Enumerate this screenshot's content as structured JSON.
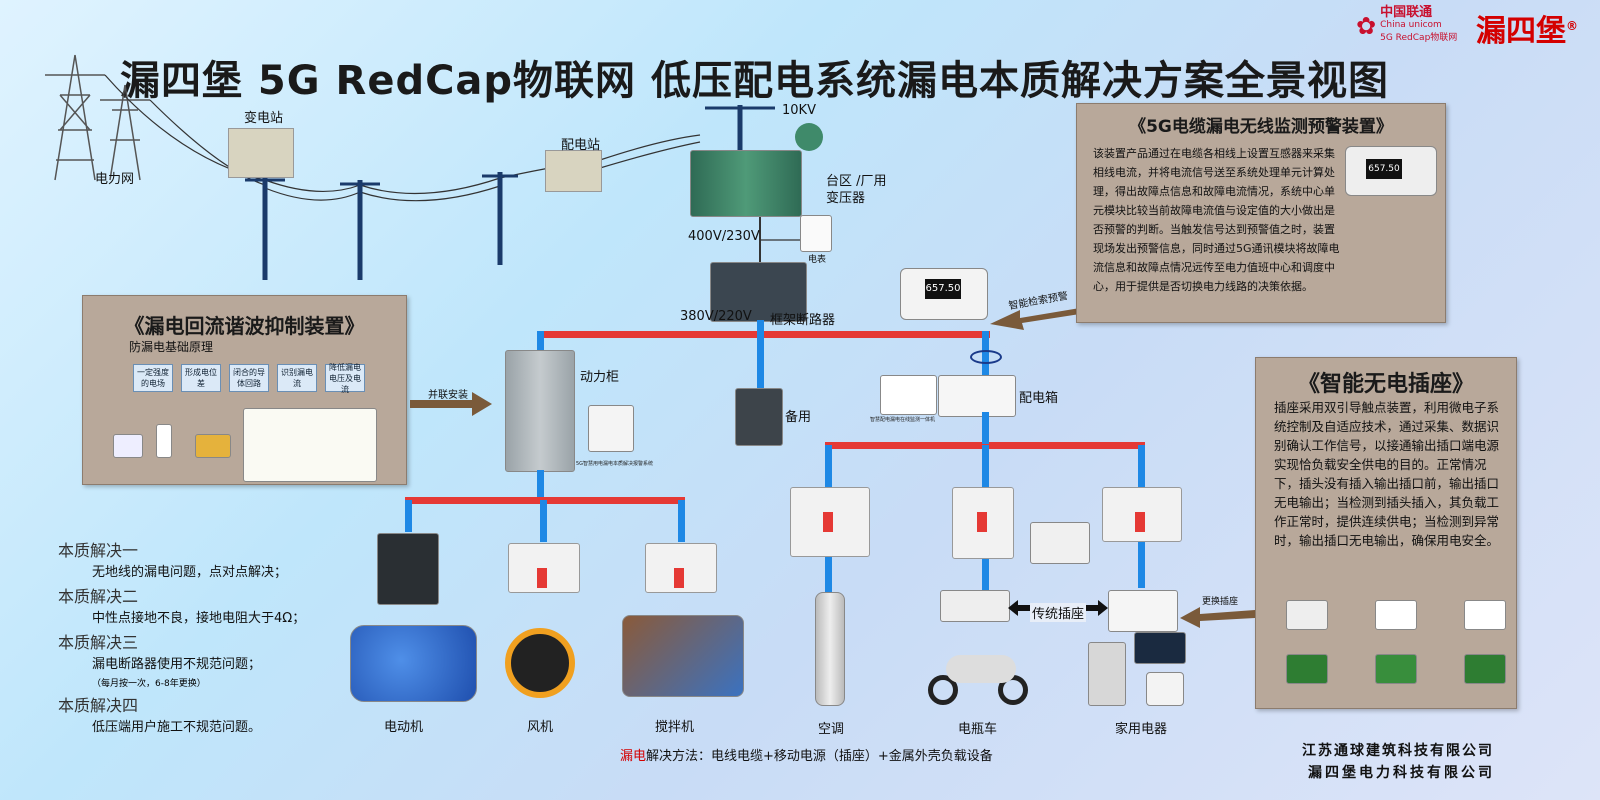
{
  "title": "漏四堡 5G RedCap物联网 低压配电系统漏电本质解决方案全景视图",
  "logos": {
    "cu_name": "中国联通",
    "cu_en": "China unicom",
    "cu_sub": "5G RedCap物联网",
    "brand": "漏四堡",
    "reg": "®"
  },
  "grid": {
    "power_net": "电力网",
    "substation": "变电站",
    "distribution_station": "配电站",
    "kv": "10KV",
    "transformer": [
      "台区 /厂用",
      "变压器"
    ],
    "meter": "电表",
    "v1": "400V/230V",
    "v2": "380V/220V",
    "frame_breaker": "框架断路器"
  },
  "left_panel": {
    "title": "《漏电回流谐波抑制装置》",
    "subtitle": "防漏电基础原理",
    "flow": [
      "一定强度的电场",
      "形成电位差",
      "闭合的导体回路",
      "识别漏电流",
      "降低漏电电压及电流"
    ]
  },
  "parallel_install": "并联安装",
  "power_cabinet": "动力柜",
  "standby": "备用",
  "distribution_box": "配电箱",
  "smart_search": "智能检索预警",
  "device_small_caption": "5G智慧用电漏电本质解决报警系统",
  "monitor_caption": "智慧配电漏电在线监测一体机",
  "right_top_panel": {
    "title": "《5G电缆漏电无线监测预警装置》",
    "text": "该装置产品通过在电缆各相线上设置互感器来采集相线电流，并将电流信号送至系统处理单元计算处理，得出故障点信息和故障电流情况，系统中心单元模块比较当前故障电流值与设定值的大小做出是否预警的判断。当触发信号达到预警值之时，装置现场发出预警信息，同时通过5G通讯模块将故障电流信息和故障点情况远传至电力值班中心和调度中心，用于提供是否切换电力线路的决策依据。",
    "display": "657.50"
  },
  "right_mid_panel": {
    "title": "《智能无电插座》",
    "text": "插座采用双引导触点装置，利用微电子系统控制及自适应技术，通过采集、数据识别确认工作信号，以接通输出插口端电源实现恰负载安全供电的目的。正常情况下，插头没有插入输出插口前，输出插口无电输出；当检测到插头插入，其负载工作正常时，提供连续供电；当检测到异常时，输出插口无电输出，确保用电安全。"
  },
  "solutions": [
    {
      "head": "本质解决一",
      "text": "无地线的漏电问题，点对点解决；"
    },
    {
      "head": "本质解决二",
      "text": "中性点接地不良，接地电阻大于4Ω；"
    },
    {
      "head": "本质解决三",
      "text": "漏电断路器使用不规范问题；",
      "note": "（每月按一次，6-8年更换）"
    },
    {
      "head": "本质解决四",
      "text": "低压端用户施工不规范问题。"
    }
  ],
  "loads": {
    "motor": "电动机",
    "fan": "风机",
    "mixer": "搅拌机",
    "ac": "空调",
    "ebike": "电瓶车",
    "appliances": "家用电器"
  },
  "traditional_socket": "传统插座",
  "replace_socket": "更换插座",
  "bottom": {
    "highlight": "漏电",
    "text": "解决方法：电线电缆+移动电源（插座）+金属外壳负载设备"
  },
  "companies": [
    "江苏通球建筑科技有限公司",
    "漏四堡电力科技有限公司"
  ],
  "colors": {
    "bus": "#e53935",
    "feeder": "#1e88e5",
    "panel": "#b8a89a",
    "brand": "#d40000"
  }
}
